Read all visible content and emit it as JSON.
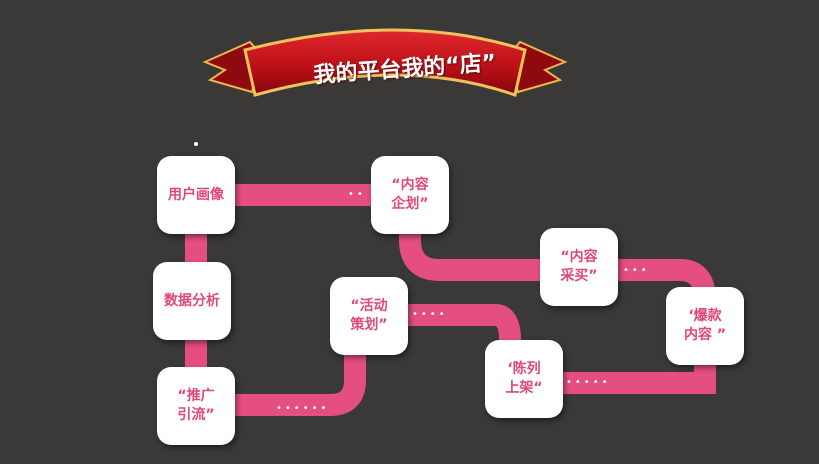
{
  "title": "我的平台我的“店”",
  "nodes": [
    {
      "id": "user-profile",
      "label": "用户画像"
    },
    {
      "id": "data-analysis",
      "label": "数据分析"
    },
    {
      "id": "promotion",
      "label": "“推广\n引流”"
    },
    {
      "id": "event-planning",
      "label": "“活动\n策划”"
    },
    {
      "id": "listing",
      "label": "‘陈列\n上架“"
    },
    {
      "id": "content-planning",
      "label": "“内容\n企划”"
    },
    {
      "id": "content-purchase",
      "label": "“内容\n采买”"
    },
    {
      "id": "hot-content",
      "label": "‘爆款\n内容 ”"
    }
  ],
  "colors": {
    "track": "#e54f80",
    "node_text": "#e0487a",
    "background": "#3a3937",
    "ribbon": "#c8141b"
  }
}
